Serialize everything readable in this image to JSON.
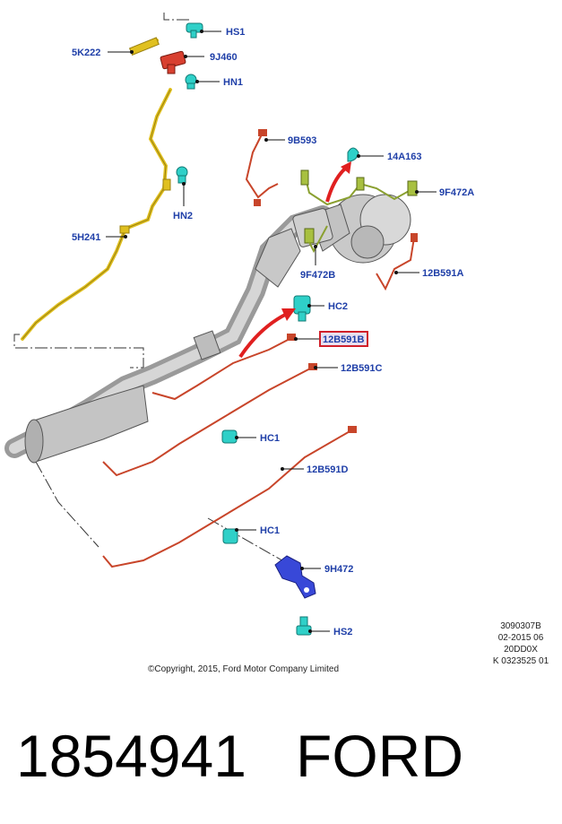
{
  "callouts": {
    "HS1": "HS1",
    "5K222": "5K222",
    "9J460": "9J460",
    "HN1": "HN1",
    "9B593": "9B593",
    "14A163": "14A163",
    "9F472A": "9F472A",
    "HN2": "HN2",
    "5H241": "5H241",
    "9F472B": "9F472B",
    "12B591A": "12B591A",
    "HC2": "HC2",
    "12B591B": "12B591B",
    "12B591C": "12B591C",
    "HC1_upper": "HC1",
    "12B591D": "12B591D",
    "HC1_lower": "HC1",
    "9H472": "9H472",
    "HS2": "HS2"
  },
  "meta": {
    "line1": "3090307B",
    "line2": "02-2015 06",
    "line3": "20DD0X",
    "line4": "K 0323525 01"
  },
  "copyright": "©Copyright, 2015, Ford Motor Company Limited",
  "footer": {
    "part_number": "1854941",
    "brand": "FORD"
  },
  "colors": {
    "callout_text": "#1f3fa8",
    "highlight_box": "#d0202a",
    "wire_red": "#c8452a",
    "harness_yellow": "#e0c020",
    "clip_cyan": "#2fd0c8",
    "bracket_blue": "#3848d8",
    "connector_green": "#a8c040",
    "exhaust_grey": "#b8b8b8"
  }
}
